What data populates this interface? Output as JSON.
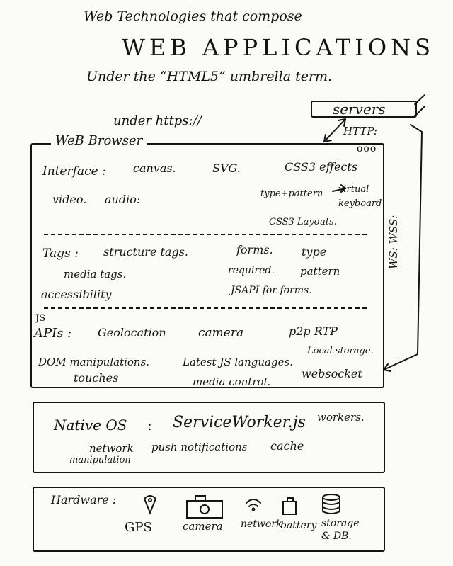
{
  "title": {
    "line1": "Web Technologies that compose",
    "line2": "WEB APPLICATIONS",
    "line3": "Under the “HTML5” umbrella term."
  },
  "servers": {
    "label": "servers",
    "protocol": "HTTP:",
    "ws_label": "WS: WSS:"
  },
  "browser": {
    "over_label": "under https://",
    "title": "WeB Browser",
    "window_dots": "ooo",
    "interface": {
      "heading": "Interface :",
      "items": [
        "canvas.",
        "SVG.",
        "CSS3 effects",
        "video.",
        "audio:",
        "type+pattern",
        "virtual keyboard",
        "CSS3 Layouts."
      ]
    },
    "tags": {
      "heading": "Tags :",
      "items": [
        "structure tags.",
        "forms.",
        "type",
        "media tags.",
        "required.",
        "pattern",
        "accessibility",
        "JSAPI for forms."
      ]
    },
    "apis": {
      "prefix": "JS",
      "heading": "APIs :",
      "items": [
        "Geolocation",
        "camera",
        "p2p RTP",
        "Local storage.",
        "DOM manipulations.",
        "Latest JS languages.",
        "touches",
        "media control.",
        "websocket"
      ]
    }
  },
  "native": {
    "heading": "Native OS",
    "colon": ":",
    "service_worker": "ServiceWorker.js",
    "workers": "workers.",
    "items": [
      "network",
      "push notifications",
      "cache",
      "manipulation"
    ]
  },
  "hardware": {
    "heading": "Hardware :",
    "items": [
      {
        "label": "GPS",
        "icon": "gps-pin-icon"
      },
      {
        "label": "camera",
        "icon": "camera-icon"
      },
      {
        "label": "network",
        "icon": "wifi-icon"
      },
      {
        "label": "battery",
        "icon": "battery-icon"
      },
      {
        "label": "storage & DB.",
        "icon": "database-icon"
      }
    ]
  }
}
